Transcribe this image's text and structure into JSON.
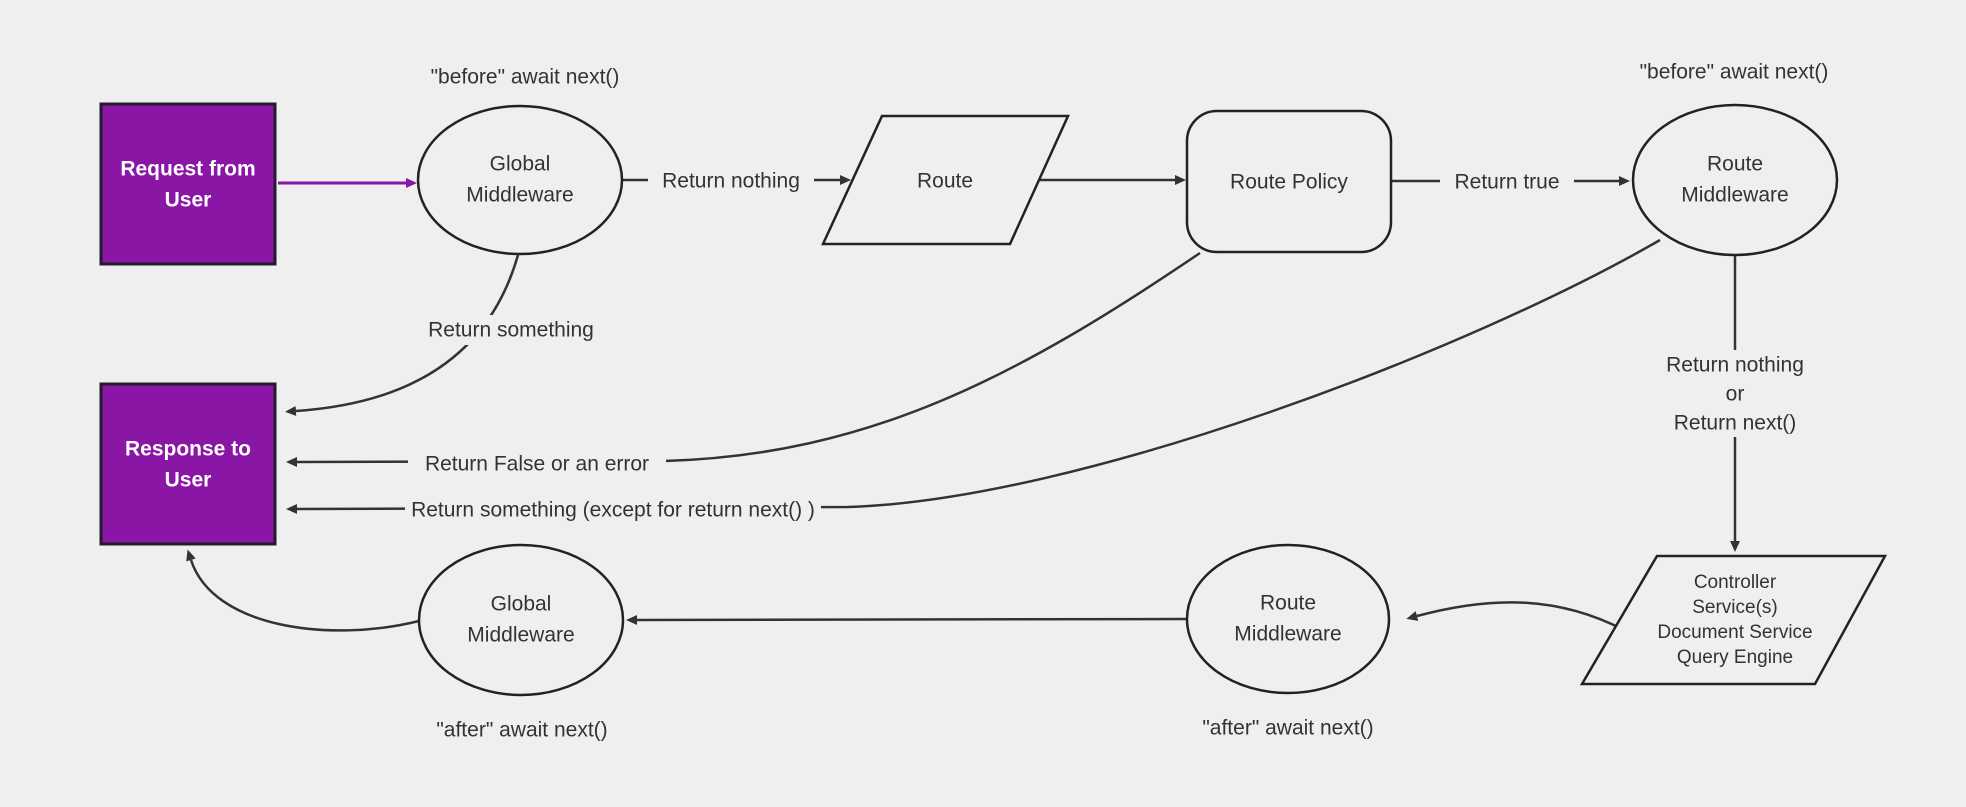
{
  "diagram_title": "Middleware request and response lifecycle flowchart",
  "colors": {
    "background": "#efefef",
    "accent_purple": "#8a16a6",
    "node_border": "#222222",
    "edge_stroke": "#333333",
    "text": "#333333",
    "text_on_accent": "#ffffff"
  },
  "nodes": {
    "request": {
      "shape": "rectangle",
      "lines": [
        "Request from",
        "User"
      ]
    },
    "global_middleware_top": {
      "shape": "ellipse",
      "lines": [
        "Global",
        "Middleware"
      ]
    },
    "route": {
      "shape": "parallelogram",
      "lines": [
        "Route"
      ]
    },
    "route_policy": {
      "shape": "rounded-rectangle",
      "lines": [
        "Route Policy"
      ]
    },
    "route_middleware_top": {
      "shape": "ellipse",
      "lines": [
        "Route",
        "Middleware"
      ]
    },
    "controller": {
      "shape": "parallelogram",
      "lines": [
        "Controller",
        "Service(s)",
        "Document Service",
        "Query Engine"
      ]
    },
    "route_middleware_bottom": {
      "shape": "ellipse",
      "lines": [
        "Route",
        "Middleware"
      ]
    },
    "global_middleware_bottom": {
      "shape": "ellipse",
      "lines": [
        "Global",
        "Middleware"
      ]
    },
    "response": {
      "shape": "rectangle",
      "lines": [
        "Response to",
        "User"
      ]
    }
  },
  "annotations": {
    "before_global": "\"before\" await next()",
    "before_route": "\"before\" await next()",
    "after_global": "\"after\" await next()",
    "after_route": "\"after\" await next()"
  },
  "edge_labels": {
    "return_nothing_top": "Return nothing",
    "return_true": "Return true",
    "return_something": "Return something",
    "return_false": "Return False or an error",
    "return_something_except": "Return something (except for return next() )",
    "return_nothing_or": [
      "Return nothing",
      "or",
      "Return next()"
    ]
  }
}
